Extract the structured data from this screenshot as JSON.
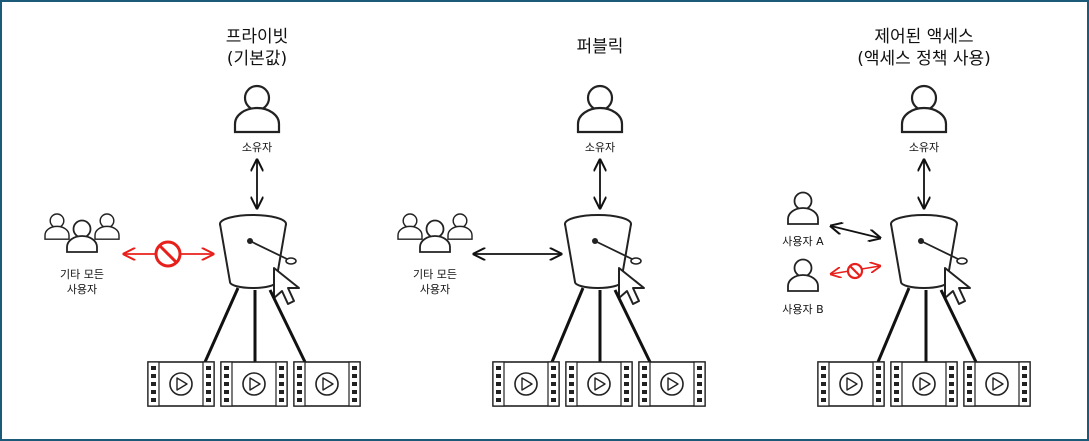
{
  "colors": {
    "frame": "#1c5a7a",
    "line": "#111111",
    "deny": "#e8201c",
    "gray_fill": "#ffffff"
  },
  "panels": [
    {
      "title_line1": "프라이빗",
      "title_line2": "(기본값)",
      "owner_label": "소유자",
      "others_label_line1": "기타 모든",
      "others_label_line2": "사용자",
      "others_access": "denied"
    },
    {
      "title_line1": "퍼블릭",
      "title_line2": "",
      "owner_label": "소유자",
      "others_label_line1": "기타 모든",
      "others_label_line2": "사용자",
      "others_access": "allowed"
    },
    {
      "title_line1": "제어된 액세스",
      "title_line2": "(액세스 정책 사용)",
      "owner_label": "소유자",
      "user_a_label": "사용자 A",
      "user_b_label": "사용자 B",
      "user_a_access": "allowed",
      "user_b_access": "denied"
    }
  ],
  "icons": [
    "user-icon",
    "users-group-icon",
    "bucket-icon",
    "cursor-icon",
    "video-file-icon",
    "no-entry-icon"
  ]
}
